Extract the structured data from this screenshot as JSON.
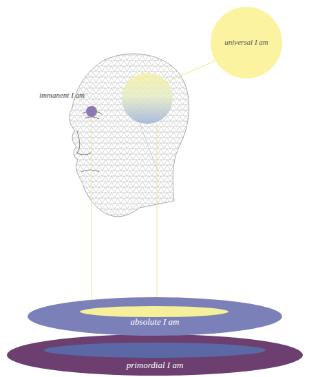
{
  "diagram": {
    "nodes": [
      {
        "text": [
          "universal I am"
        ]
      },
      {
        "text": [
          "immanent I am"
        ]
      },
      {
        "text": [
          "absolute I am"
        ]
      },
      {
        "text": [
          "primordial I am"
        ]
      }
    ],
    "edges": [
      {
        "from": 1,
        "to": 2,
        "arrow": "none"
      }
    ]
  }
}
